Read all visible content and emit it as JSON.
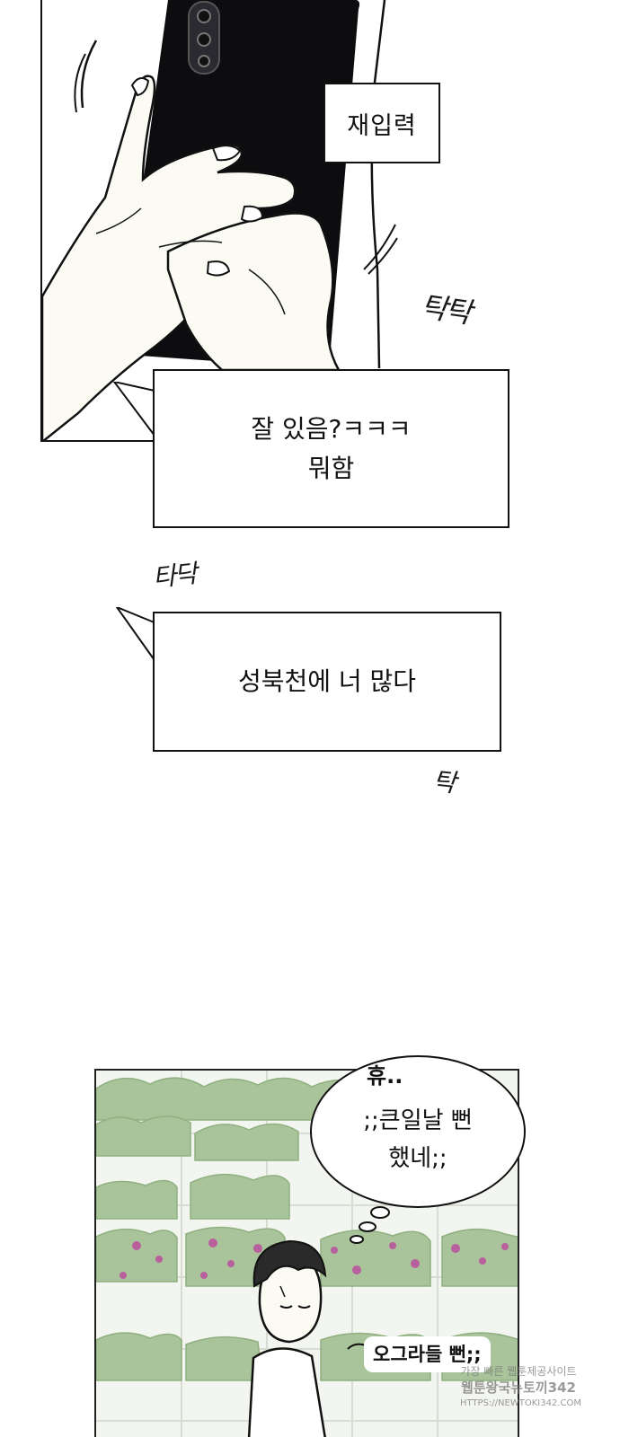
{
  "panel_1": {
    "caption": "재입력",
    "sfx": "탁탁"
  },
  "chat_bubble_1": {
    "line_1": "잘 있음?ㅋㅋㅋ",
    "line_2": "뭐함"
  },
  "sfx_2": "타닥",
  "chat_bubble_2": {
    "line_1": "성북천에 너 많다"
  },
  "sfx_3": "탁",
  "panel_2": {
    "sigh": "휴..",
    "speech_line_1": ";;큰일날 뻔",
    "speech_line_2": "했네;;",
    "mutter": "오그라들 뻔;;"
  },
  "watermark": {
    "line_1": "가장 빠른 웹툰제공사이트",
    "line_2": "웹툰왕국뉴토끼342",
    "line_3": "HTTPS://NEWTOKI342.COM"
  },
  "colors": {
    "ink": "#111111",
    "phone": "#0d0d10",
    "skin": "#fbfaf3",
    "hedge": "#a9c49a",
    "hedge_dark": "#8fb07f",
    "flower": "#b85f9e",
    "background": "#ffffff"
  }
}
